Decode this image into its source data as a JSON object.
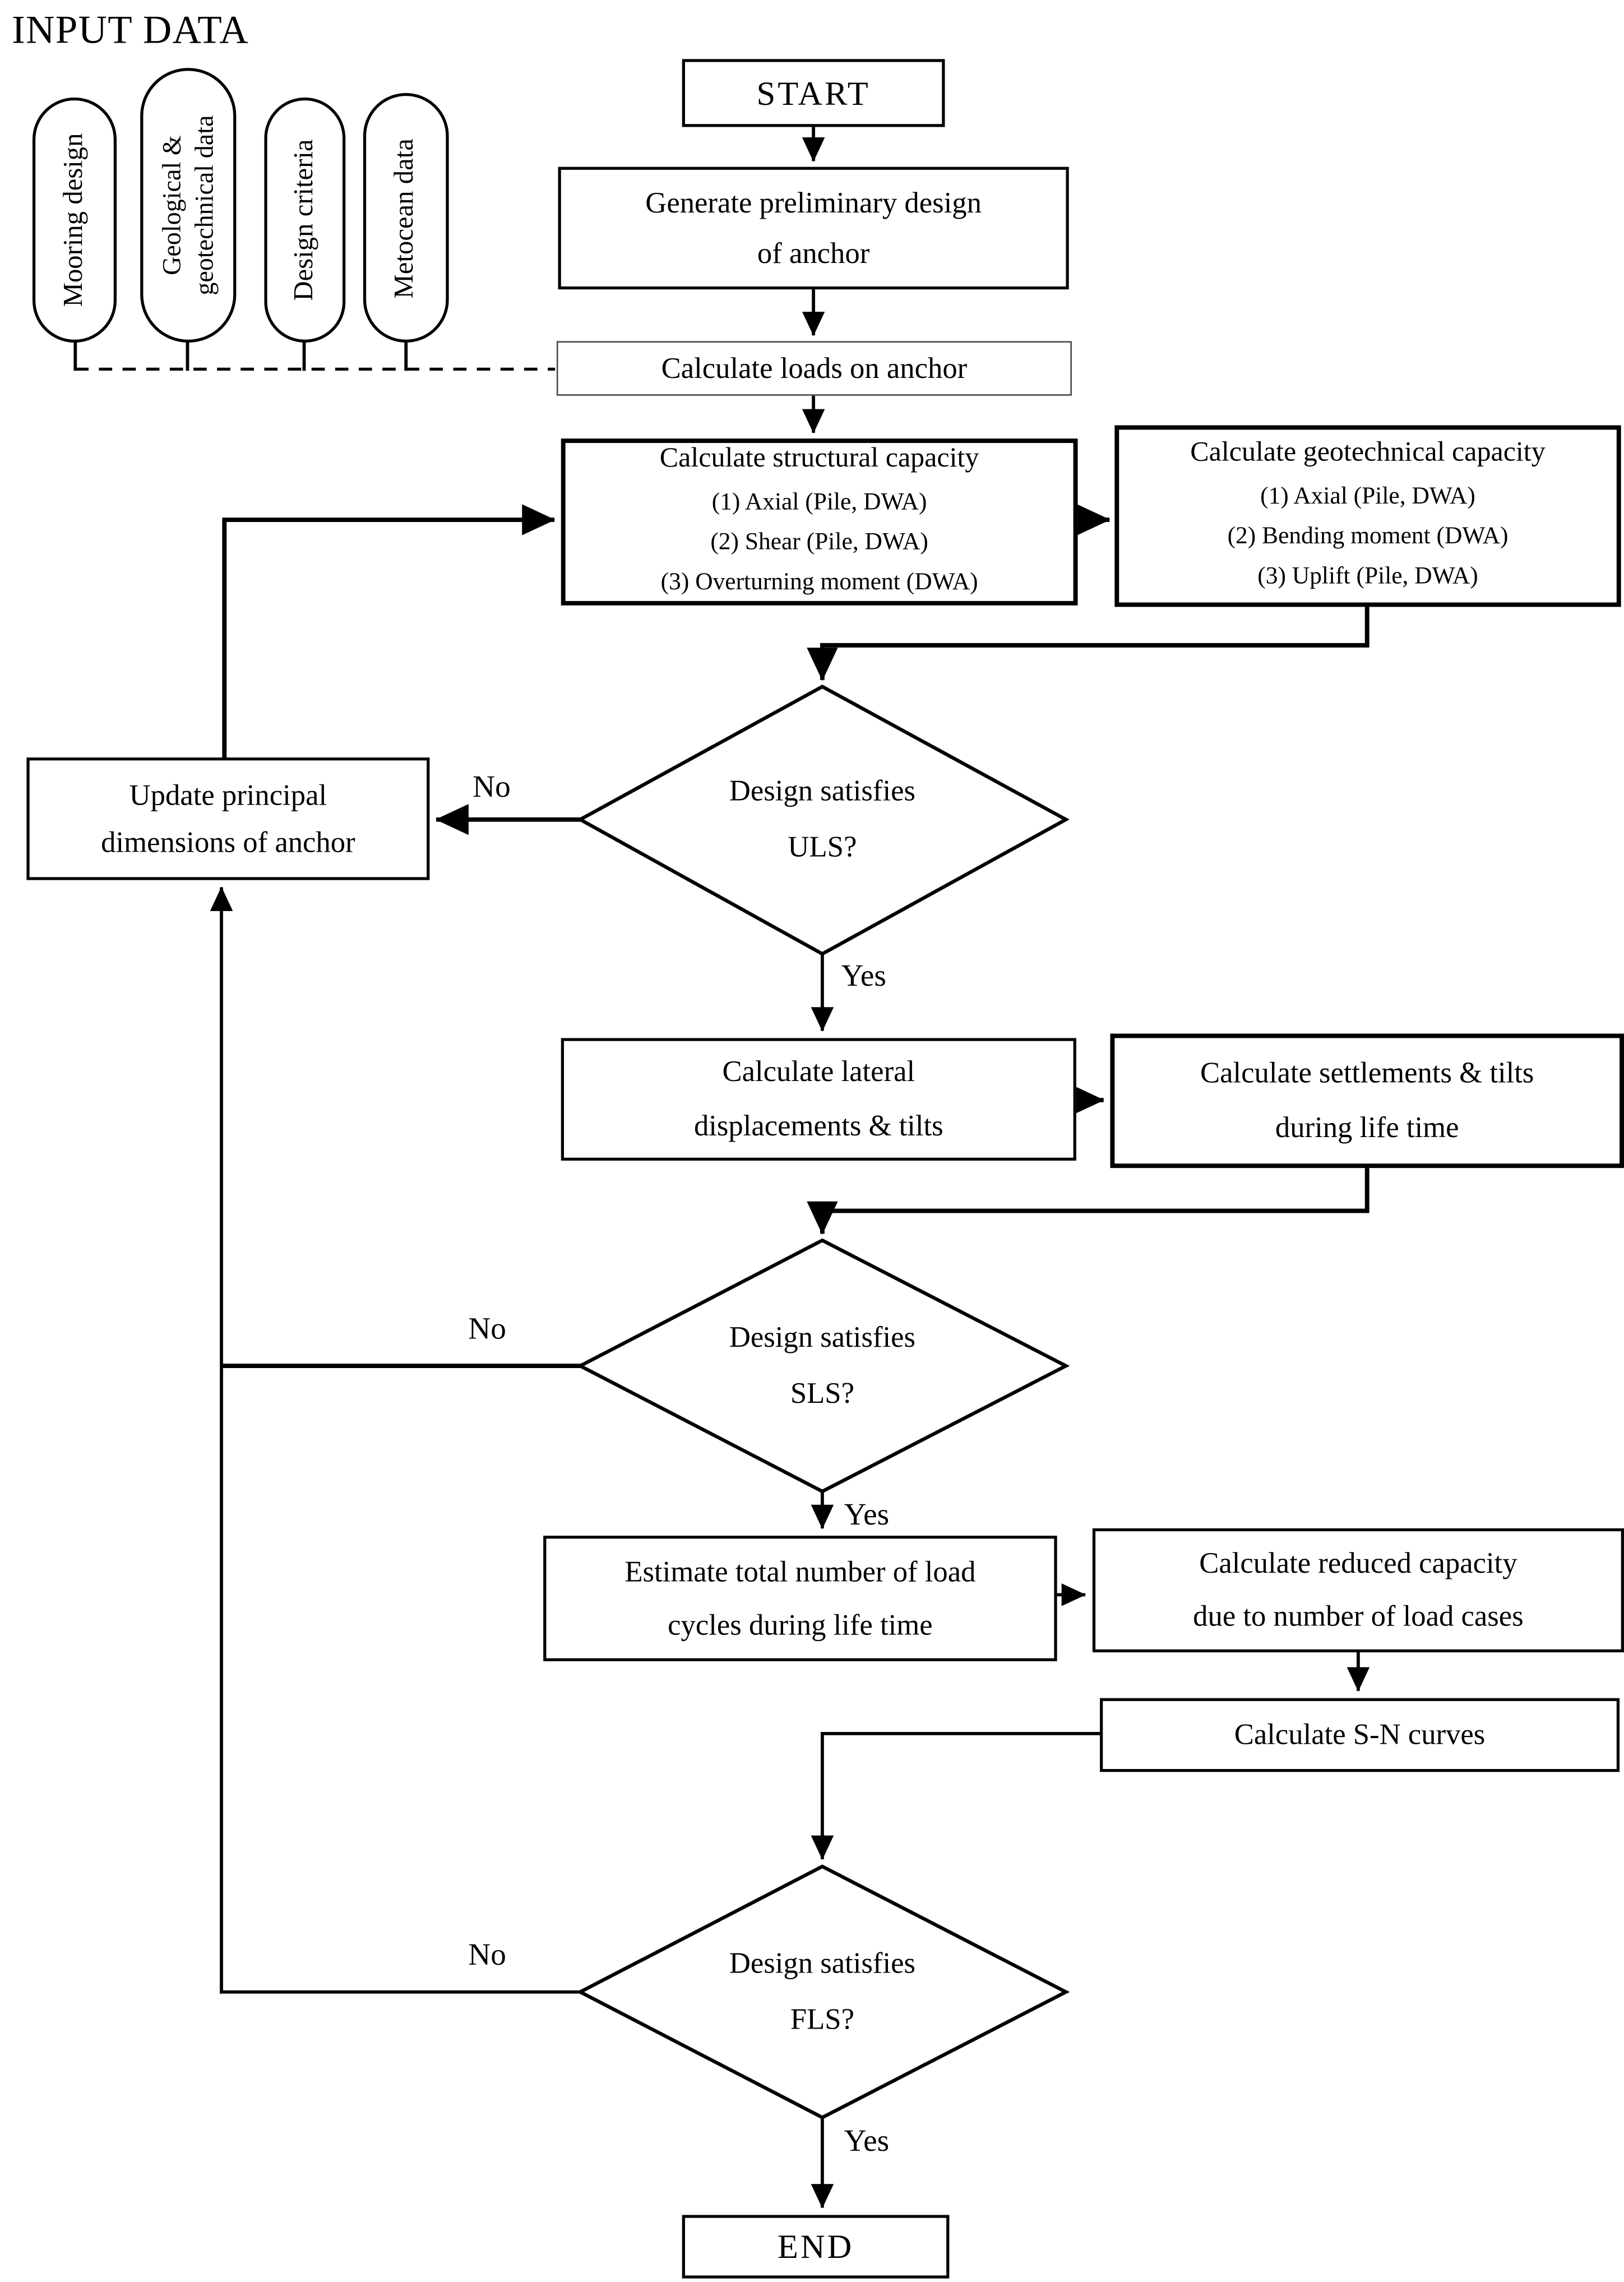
{
  "input_section": {
    "title": "INPUT DATA",
    "capsules": [
      {
        "lines": [
          "Mooring design"
        ]
      },
      {
        "lines": [
          "Geological &",
          "geotechnical data"
        ]
      },
      {
        "lines": [
          "Design criteria"
        ]
      },
      {
        "lines": [
          "Metocean data"
        ]
      }
    ]
  },
  "nodes": {
    "start": {
      "label": "START"
    },
    "generate": {
      "lines": [
        "Generate preliminary design",
        "of anchor"
      ]
    },
    "loads": {
      "label": "Calculate loads on anchor"
    },
    "structural": {
      "title": "Calculate structural capacity",
      "items": [
        "(1) Axial (Pile, DWA)",
        "(2) Shear (Pile, DWA)",
        "(3) Overturning moment (DWA)"
      ]
    },
    "geotechnical": {
      "title": "Calculate geotechnical capacity",
      "items": [
        "(1) Axial (Pile, DWA)",
        "(2) Bending moment (DWA)",
        "(3) Uplift (Pile, DWA)"
      ]
    },
    "decision_uls": {
      "lines": [
        "Design satisfies",
        "ULS?"
      ]
    },
    "update": {
      "lines": [
        "Update principal",
        "dimensions of anchor"
      ]
    },
    "lateral": {
      "lines": [
        "Calculate lateral",
        "displacements & tilts"
      ]
    },
    "settlements": {
      "lines": [
        "Calculate settlements & tilts",
        "during life time"
      ]
    },
    "decision_sls": {
      "lines": [
        "Design satisfies",
        "SLS?"
      ]
    },
    "estimate": {
      "lines": [
        "Estimate total number of load",
        "cycles during life time"
      ]
    },
    "reduced": {
      "lines": [
        "Calculate reduced capacity",
        "due to number of load cases"
      ]
    },
    "sn_curves": {
      "label": "Calculate S-N curves"
    },
    "decision_fls": {
      "lines": [
        "Design satisfies",
        "FLS?"
      ]
    },
    "end": {
      "label": "END"
    }
  },
  "edge_labels": {
    "yes": "Yes",
    "no": "No"
  },
  "edges": [
    {
      "from": "input-capsules",
      "to": "loads",
      "style": "dashed"
    },
    {
      "from": "start",
      "to": "generate"
    },
    {
      "from": "generate",
      "to": "loads"
    },
    {
      "from": "loads",
      "to": "structural"
    },
    {
      "from": "structural",
      "to": "geotechnical"
    },
    {
      "from": "geotechnical",
      "to": "decision_uls"
    },
    {
      "from": "decision_uls",
      "to": "update",
      "label": "No"
    },
    {
      "from": "decision_uls",
      "to": "lateral",
      "label": "Yes"
    },
    {
      "from": "update",
      "to": "structural"
    },
    {
      "from": "lateral",
      "to": "settlements"
    },
    {
      "from": "settlements",
      "to": "decision_sls"
    },
    {
      "from": "decision_sls",
      "to": "update",
      "label": "No"
    },
    {
      "from": "decision_sls",
      "to": "estimate",
      "label": "Yes"
    },
    {
      "from": "estimate",
      "to": "reduced"
    },
    {
      "from": "reduced",
      "to": "sn_curves"
    },
    {
      "from": "sn_curves",
      "to": "decision_fls"
    },
    {
      "from": "decision_fls",
      "to": "update",
      "label": "No"
    },
    {
      "from": "decision_fls",
      "to": "end",
      "label": "Yes"
    }
  ],
  "colors": {
    "line": "#000000",
    "text": "#000000",
    "background": "#ffffff",
    "loads_border": "#4a4a4a"
  }
}
